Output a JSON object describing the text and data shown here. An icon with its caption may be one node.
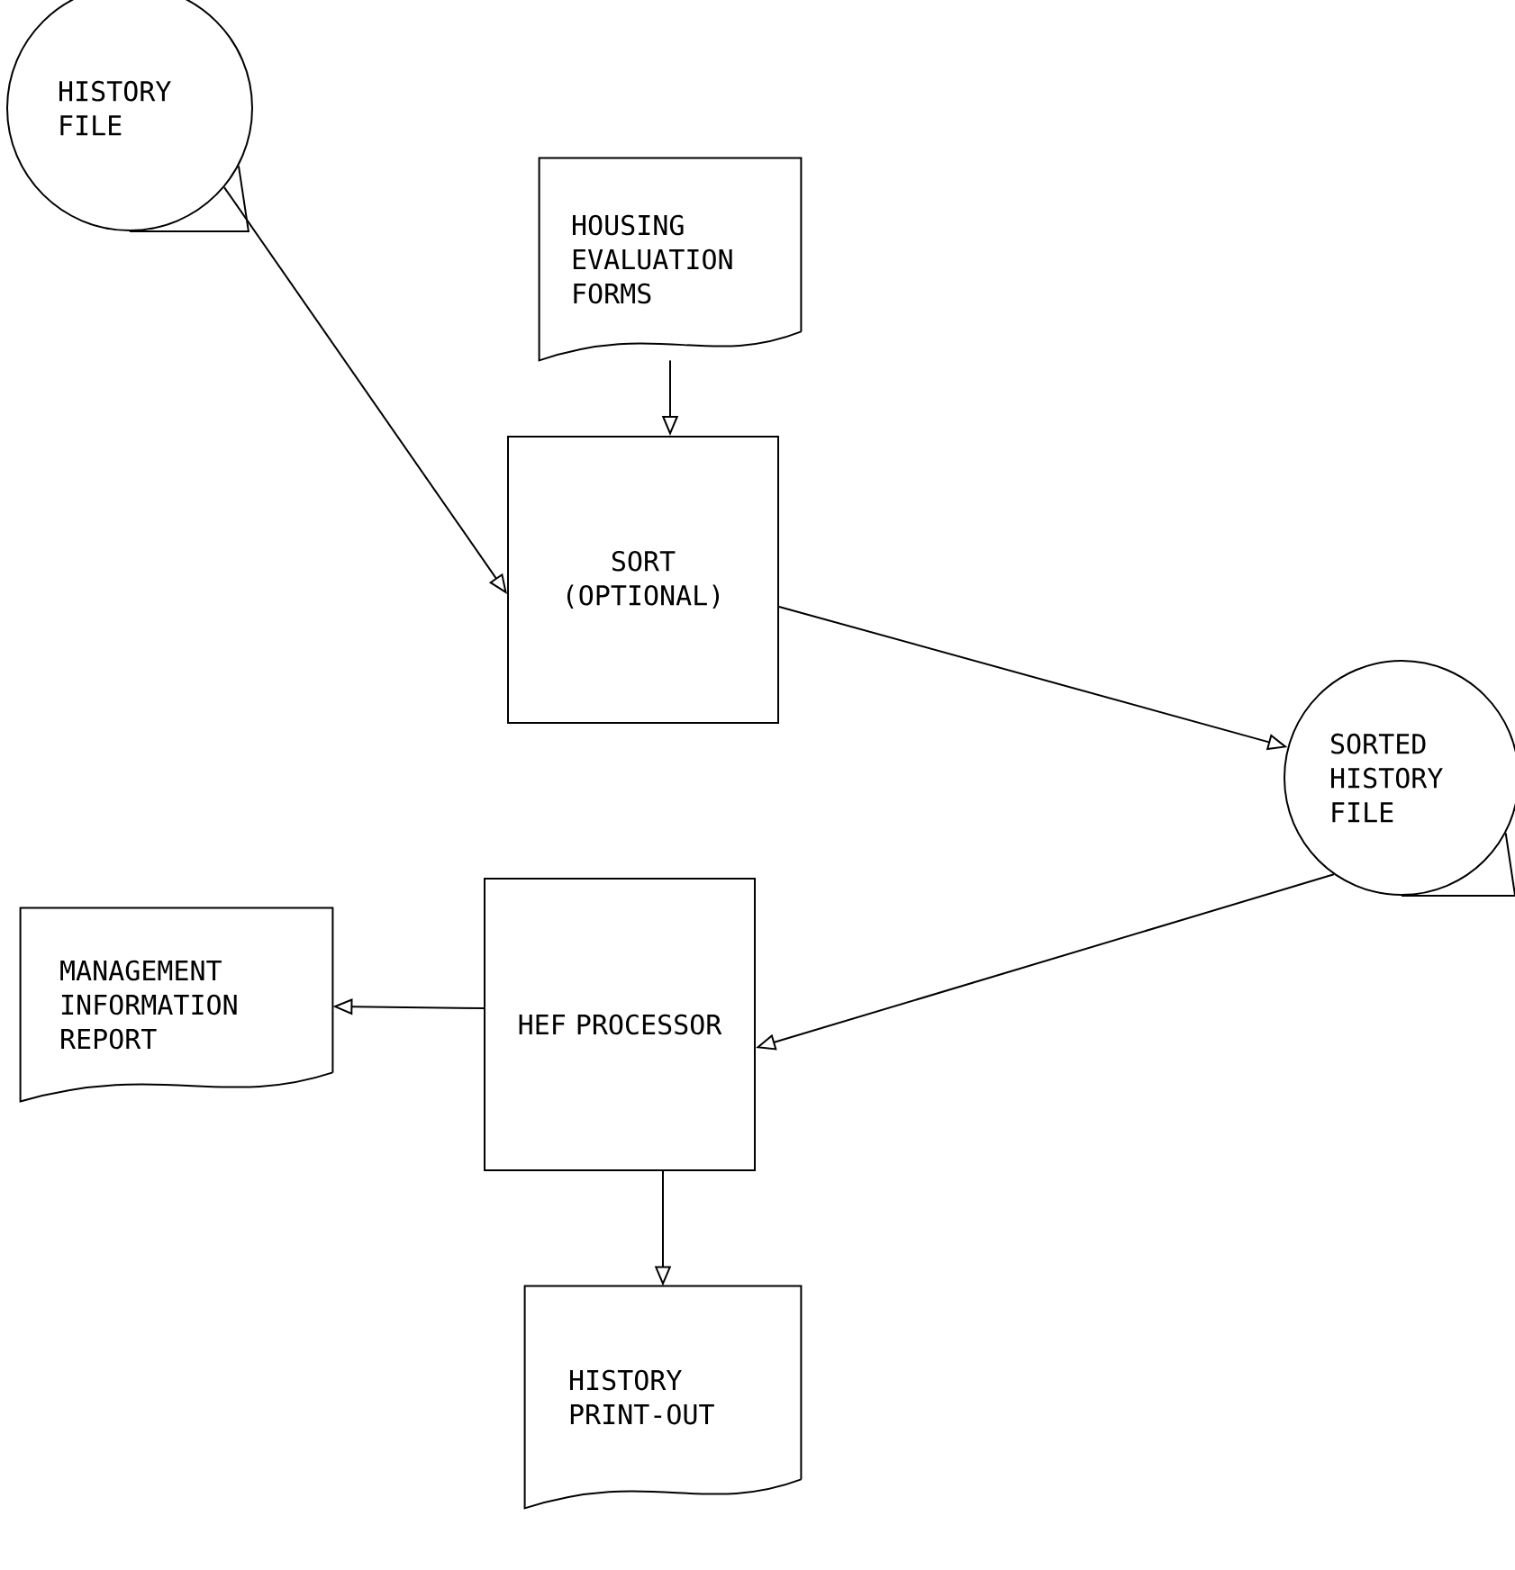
{
  "diagram": {
    "nodes": [
      {
        "text": [
          "HISTORY FILE"
        ]
      },
      {
        "text": [
          "HOUSING EVALUATION FORMS"
        ]
      },
      {
        "text": [
          "SORT (OPTIONAL)"
        ]
      },
      {
        "text": [
          "SORTED HISTORY FILE"
        ]
      },
      {
        "text": [
          "MANAGEMENT INFORMATION REPORT"
        ]
      },
      {
        "text": [
          "HEF PROCESSOR"
        ]
      },
      {
        "text": [
          "HISTORY PRINT-OUT"
        ]
      }
    ],
    "edges": [
      {
        "from": 0,
        "to": 2,
        "arrow": "to"
      },
      {
        "from": 1,
        "to": 2,
        "arrow": "to"
      },
      {
        "from": 2,
        "to": 3,
        "arrow": "to"
      },
      {
        "from": 3,
        "to": 5,
        "arrow": "to"
      },
      {
        "from": 5,
        "to": 4,
        "arrow": "to"
      },
      {
        "from": 5,
        "to": 6,
        "arrow": "to"
      }
    ]
  }
}
